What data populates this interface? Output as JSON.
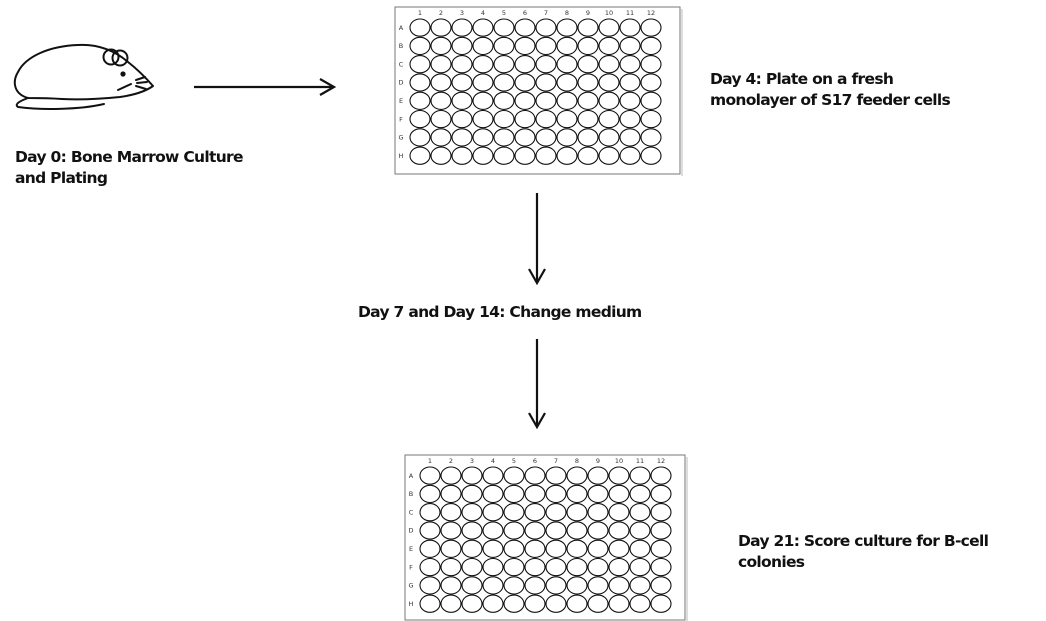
{
  "steps": {
    "day0": {
      "line1": "Day 0: Bone Marrow Culture",
      "line2": "and Plating"
    },
    "day4": {
      "line1": "Day 4: Plate on a fresh",
      "line2": "monolayer of S17 feeder cells"
    },
    "day7": {
      "line1": "Day 7 and Day 14: Change medium"
    },
    "day21": {
      "line1": "Day 21: Score culture for B-cell",
      "line2": "colonies"
    }
  },
  "plate": {
    "columns": [
      "1",
      "2",
      "3",
      "4",
      "5",
      "6",
      "7",
      "8",
      "9",
      "10",
      "11",
      "12"
    ],
    "rows": [
      "A",
      "B",
      "C",
      "D",
      "E",
      "F",
      "G",
      "H"
    ]
  },
  "icons": {
    "mouse": "mouse-icon",
    "plate": "96-well-plate-icon"
  }
}
